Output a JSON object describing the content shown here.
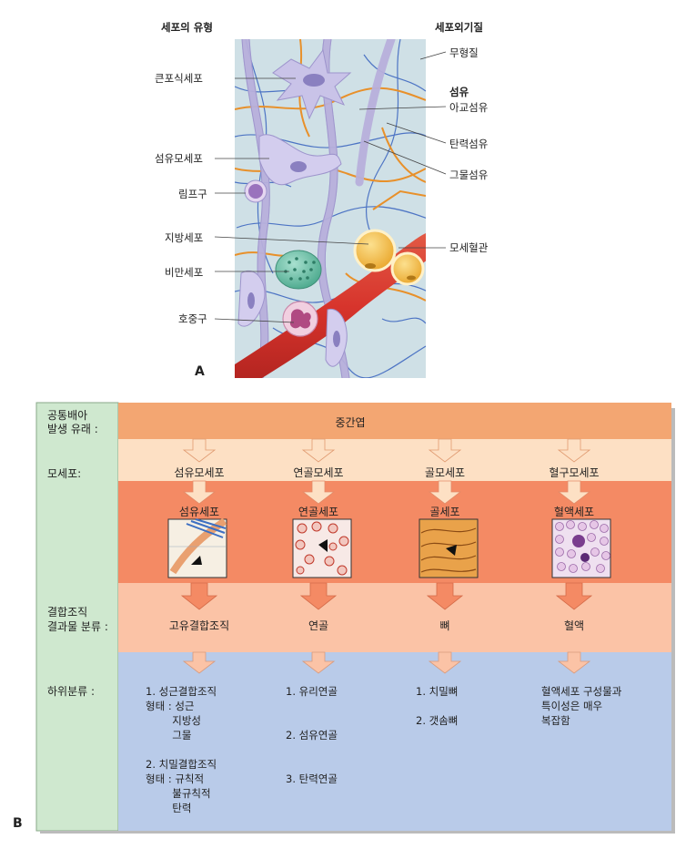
{
  "panel_a": {
    "letter": "A",
    "left_header": "세포의 유형",
    "right_header": "세포외기질",
    "left_labels": [
      "큰포식세포",
      "섬유모세포",
      "림프구",
      "지방세포",
      "비만세포",
      "호중구"
    ],
    "right_labels": {
      "ground": "무형질",
      "fibers_header": "섬유",
      "collagen": "아교섬유",
      "elastic": "탄력섬유",
      "reticular": "그물섬유",
      "capillary": "모세혈관"
    }
  },
  "panel_b": {
    "letter": "B",
    "row_labels": {
      "origin": "공통배아\n발생 유래 :",
      "mother": "모세포:",
      "classification": "결합조직\n결과물 분류 :",
      "subclass": "하위분류 :"
    },
    "mesenchyme": "중간엽",
    "mother_cells": [
      "섬유모세포",
      "연골모세포",
      "골모세포",
      "혈구모세포"
    ],
    "cells": [
      "섬유세포",
      "연골세포",
      "골세포",
      "혈액세포"
    ],
    "tissues": [
      "고유결합조직",
      "연골",
      "뼈",
      "혈액"
    ],
    "subclasses": [
      "1. 성근결합조직\n형태 : 성근\n        지방성\n        그물\n\n2. 치밀결합조직\n형태 : 규칙적\n        불규칙적\n        탄력",
      "1. 유리연골\n\n\n2. 섬유연골\n\n\n3. 탄력연골",
      "1. 치밀뼈\n\n2. 갯솜뼈",
      "혈액세포 구성물과\n특이성은 매우\n복잡함"
    ]
  },
  "colors": {
    "ground": "#cfe0e6",
    "fibroblast": "#c9c3e8",
    "collagen": "#b8b0dc",
    "elastic": "#e8902a",
    "reticular": "#4d74c4",
    "vessel": "#d7342c",
    "fat": "#f4b73c",
    "mast": "#6fc1a8",
    "row_origin": "#f3a672",
    "row_mother": "#fde0c4",
    "row_cell": "#f48a64",
    "row_tissue": "#fbc3a6",
    "row_sub": "#b9cbe9",
    "label_col": "#cfe8cf"
  }
}
